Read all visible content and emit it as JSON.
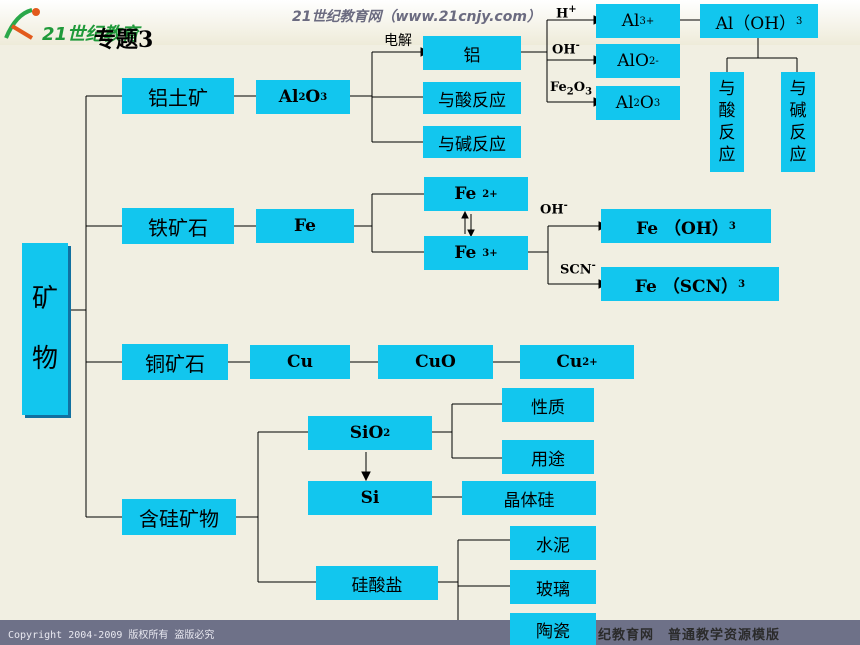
{
  "header": {
    "site_line": "21世纪教育网（www.21cnjy.com）",
    "logo_text": "21世纪教育"
  },
  "title": "专题3",
  "root": {
    "line1": "矿",
    "line2": "物"
  },
  "aluminum": {
    "ore": "铝土矿",
    "oxide_main": "Al",
    "oxide_sub1": "2",
    "oxide_mid": "O",
    "oxide_sub2": "3",
    "electrolysis_label": "电解",
    "metal": "铝",
    "acid": "与酸反应",
    "base": "与碱反应",
    "h_label": "H",
    "h_sup": "+",
    "oh_label": "OH",
    "oh_sup": "-",
    "fe2o3_label": "Fe",
    "fe2o3_sub1": "2",
    "fe2o3_mid": "O",
    "fe2o3_sub2": "3",
    "al3": "Al",
    "al3_sup": "3+",
    "alo2": "AlO",
    "alo2_sub": "2",
    "alo2_sup": "-",
    "al2o3_main": "Al",
    "al2o3_sub1": "2",
    "al2o3_mid": "O",
    "al2o3_sub2": "3",
    "hydroxide": "Al（OH）",
    "hydroxide_sub": "3",
    "hyd_acid": [
      "与",
      "酸",
      "反",
      "应"
    ],
    "hyd_base": [
      "与",
      "碱",
      "反",
      "应"
    ]
  },
  "iron": {
    "ore": "铁矿石",
    "metal": "Fe",
    "fe2": "Fe",
    "fe2_sup": "2+",
    "fe3": "Fe",
    "fe3_sup": "3+",
    "oh_label": "OH",
    "oh_sup": "-",
    "scn_label": "SCN",
    "scn_sup": "-",
    "hydroxide": "Fe （OH）",
    "hydroxide_sub": "3",
    "thiocyanate": "Fe （SCN）",
    "thiocyanate_sub": "3"
  },
  "copper": {
    "ore": "铜矿石",
    "metal": "Cu",
    "oxide": "CuO",
    "ion": "Cu",
    "ion_sup": "2+"
  },
  "silicon": {
    "ore": "含硅矿物",
    "sio2": "SiO",
    "sio2_sub": "2",
    "properties": "性质",
    "uses": "用途",
    "si": "Si",
    "crystal": "晶体硅",
    "silicate": "硅酸盐",
    "cement": "水泥",
    "glass": "玻璃",
    "ceramics": "陶瓷"
  },
  "footer": {
    "copyright": "Copyright 2004-2009 版权所有 盗版必究",
    "right": "纪教育网　普通教学资源模版"
  },
  "colors": {
    "box": "#12c6ee",
    "background": "#f1efe2",
    "footer": "#6e7188"
  }
}
